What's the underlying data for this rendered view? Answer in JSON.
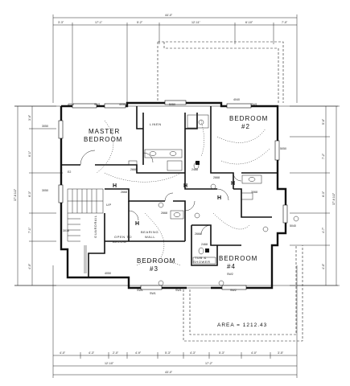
{
  "rooms": {
    "master": {
      "line1": "MASTER",
      "line2": "BEDROOM"
    },
    "bedroom2": {
      "line1": "BEDROOM",
      "line2": "#2"
    },
    "bedroom3": {
      "line1": "BEDROOM",
      "line2": "#3"
    },
    "bedroom4": {
      "line1": "BEDROOM",
      "line2": "#4"
    }
  },
  "labels": {
    "linen": "LINEN",
    "open_to_below": [
      "OPEN TO",
      "BELOW"
    ],
    "bearing_wall": [
      "BEARING",
      "WALL"
    ],
    "tub_shower": [
      "TUB &",
      "SHOWER"
    ],
    "guardrail": "GUARDRAIL",
    "up": "UP"
  },
  "area": {
    "label": "AREA = 1212.43"
  },
  "symbols": {
    "heater": "H"
  },
  "dimensions": {
    "overall_top": "44'-0\"",
    "top": [
      "3'-3\"",
      "17'-1\"",
      "5'-2\"",
      "12'-11\"",
      "6'-10\"",
      "7'-0\""
    ],
    "overall_bottom": "43'-0\"",
    "bottom": [
      "4'-0\"",
      "4'-3\"",
      "2'-0\"",
      "4'-9\"",
      "5'-3\"",
      "4'-3\"",
      "5'-3\"",
      "4'-0\"",
      "3'-5\""
    ],
    "bottom_row2": [
      "12'-10\"",
      "17'-2\""
    ],
    "overall_left": "37'-8 1/2\"",
    "left": [
      "3'-6\"",
      "6'-1\"",
      "6'-3\"",
      "7'-1\"",
      "4'-0\""
    ],
    "overall_right": "37'-6 1/2\"",
    "right": [
      "5'-6\"",
      "7'-2\"",
      "6'-3\"",
      "4'-7\"",
      "4'-0\""
    ]
  },
  "tags": [
    "4050",
    "SW1",
    "4050",
    "5050",
    "4040",
    "SW1",
    "3050",
    "3050",
    "5050",
    "5040",
    "4050",
    "SW1",
    "SW2",
    "3016",
    "2668",
    "2468",
    "2668",
    "3068",
    "2668",
    "2668",
    "2668",
    "2468",
    "SW1",
    "SW1",
    "SW2",
    "E2"
  ]
}
